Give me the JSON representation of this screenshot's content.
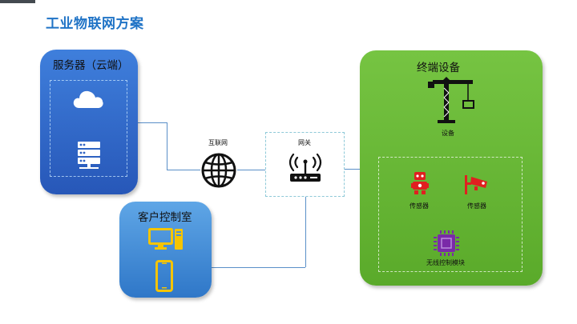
{
  "title": "工业物联网方案",
  "server": {
    "label": "服务器（云端）"
  },
  "client": {
    "label": "客户控制室"
  },
  "terminal": {
    "label": "终端设备",
    "device_label": "设备",
    "sensor1_label": "传感器",
    "sensor2_label": "传感器",
    "module_label": "无线控制模块"
  },
  "internet": {
    "label": "互联网"
  },
  "gateway": {
    "label": "网关"
  },
  "colors": {
    "title": "#1f73c6",
    "server_panel": "#2f63c4",
    "client_panel": "#4a92da",
    "terminal_panel": "#66b535",
    "client_icons": "#f5c400",
    "sensor_icons": "#e02020",
    "module_icon": "#7a2aa8",
    "wire": "#5a8fc8"
  },
  "icons": [
    "cloud-icon",
    "server-rack-icon",
    "globe-icon",
    "router-icon",
    "desktop-computer-icon",
    "mobile-phone-icon",
    "crane-icon",
    "robot-sensor-icon",
    "camera-sensor-icon",
    "chip-icon"
  ]
}
